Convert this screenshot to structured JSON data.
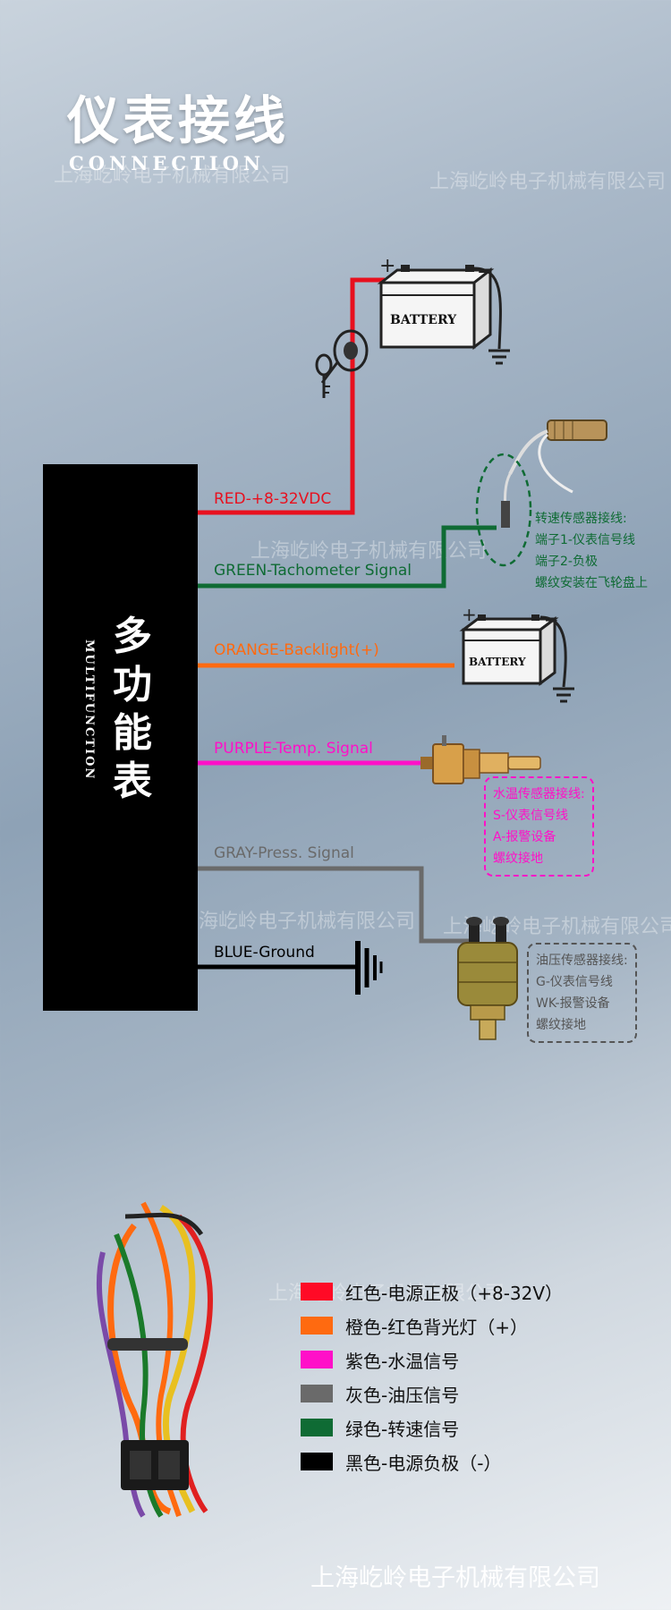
{
  "header": {
    "title_cn": "仪表接线",
    "title_en": "CONNECTION"
  },
  "watermark_text": "上海屹岭电子机械有限公司",
  "device": {
    "name_cn": [
      "多",
      "功",
      "能",
      "表"
    ],
    "name_en": "MULTIFUNCTION"
  },
  "components": {
    "battery_label": "BATTERY"
  },
  "wires": [
    {
      "label": "RED-+8-32VDC",
      "color": "#e8101e"
    },
    {
      "label": "GREEN-Tachometer Signal",
      "color": "#0f6b34"
    },
    {
      "label": "ORANGE-Backlight(+)",
      "color": "#ff6a10"
    },
    {
      "label": "PURPLE-Temp. Signal",
      "color": "#ff10c8"
    },
    {
      "label": "GRAY-Press. Signal",
      "color": "#6a6a6a"
    },
    {
      "label": "BLUE-Ground",
      "color": "#000000"
    }
  ],
  "notes": {
    "tach": {
      "color": "#0f6b34",
      "lines": [
        "转速传感器接线:",
        "端子1-仪表信号线",
        "端子2-负极",
        "螺纹安装在飞轮盘上"
      ]
    },
    "temp": {
      "color": "#ff10c8",
      "lines": [
        "水温传感器接线:",
        "S-仪表信号线",
        "A-报警设备",
        "螺纹接地"
      ]
    },
    "oil": {
      "color": "#555555",
      "lines": [
        "油压传感器接线:",
        "G-仪表信号线",
        "WK-报警设备",
        "螺纹接地"
      ]
    }
  },
  "legend": [
    {
      "text": "红色-电源正极（+8-32V）",
      "color": "#ff0a26"
    },
    {
      "text": "橙色-红色背光灯（+）",
      "color": "#ff6a10"
    },
    {
      "text": "紫色-水温信号",
      "color": "#ff10c8"
    },
    {
      "text": "灰色-油压信号",
      "color": "#6a6a6a"
    },
    {
      "text": "绿色-转速信号",
      "color": "#0f6b34"
    },
    {
      "text": "黑色-电源负极（-）",
      "color": "#000000"
    }
  ],
  "footer": "上海屹岭电子机械有限公司"
}
